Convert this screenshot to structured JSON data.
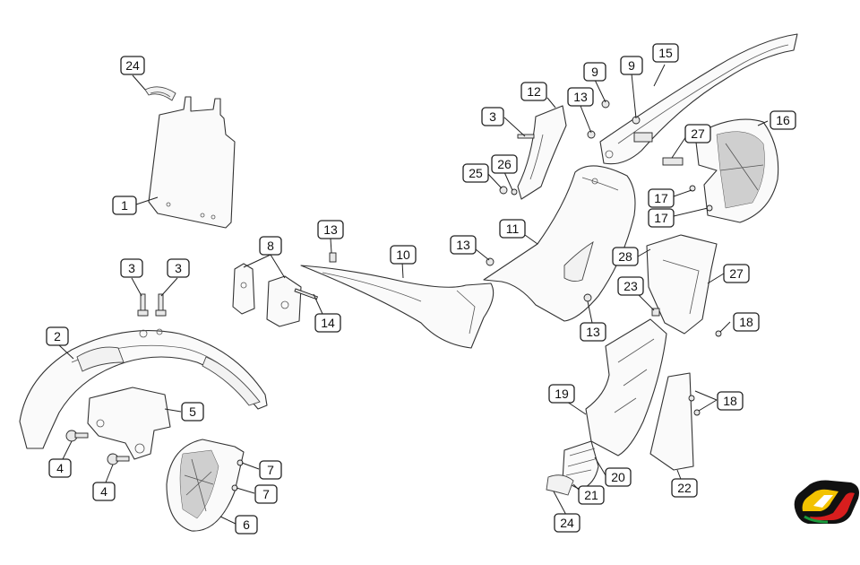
{
  "diagram": {
    "callouts": [
      {
        "id": "c24a",
        "label": "24"
      },
      {
        "id": "c1",
        "label": "1"
      },
      {
        "id": "c3a",
        "label": "3"
      },
      {
        "id": "c3b",
        "label": "3"
      },
      {
        "id": "c2",
        "label": "2"
      },
      {
        "id": "c5",
        "label": "5"
      },
      {
        "id": "c4a",
        "label": "4"
      },
      {
        "id": "c4b",
        "label": "4"
      },
      {
        "id": "c7a",
        "label": "7"
      },
      {
        "id": "c7b",
        "label": "7"
      },
      {
        "id": "c6",
        "label": "6"
      },
      {
        "id": "c8",
        "label": "8"
      },
      {
        "id": "c14",
        "label": "14"
      },
      {
        "id": "c13a",
        "label": "13"
      },
      {
        "id": "c10",
        "label": "10"
      },
      {
        "id": "c13b",
        "label": "13"
      },
      {
        "id": "c11",
        "label": "11"
      },
      {
        "id": "c13c",
        "label": "13"
      },
      {
        "id": "c3c",
        "label": "3"
      },
      {
        "id": "c12",
        "label": "12"
      },
      {
        "id": "c13d",
        "label": "13"
      },
      {
        "id": "c9a",
        "label": "9"
      },
      {
        "id": "c9b",
        "label": "9"
      },
      {
        "id": "c15",
        "label": "15"
      },
      {
        "id": "c25",
        "label": "25"
      },
      {
        "id": "c26",
        "label": "26"
      },
      {
        "id": "c27a",
        "label": "27"
      },
      {
        "id": "c16",
        "label": "16"
      },
      {
        "id": "c17a",
        "label": "17"
      },
      {
        "id": "c17b",
        "label": "17"
      },
      {
        "id": "c28",
        "label": "28"
      },
      {
        "id": "c27b",
        "label": "27"
      },
      {
        "id": "c23",
        "label": "23"
      },
      {
        "id": "c18a",
        "label": "18"
      },
      {
        "id": "c18b",
        "label": "18"
      },
      {
        "id": "c19",
        "label": "19"
      },
      {
        "id": "c20",
        "label": "20"
      },
      {
        "id": "c21",
        "label": "21"
      },
      {
        "id": "c22",
        "label": "22"
      },
      {
        "id": "c24b",
        "label": "24"
      }
    ]
  },
  "logo": {
    "name": "ufo-plast-logo",
    "colors": [
      "#111111",
      "#f2c200",
      "#d81e1e",
      "#1a9a3c"
    ]
  }
}
